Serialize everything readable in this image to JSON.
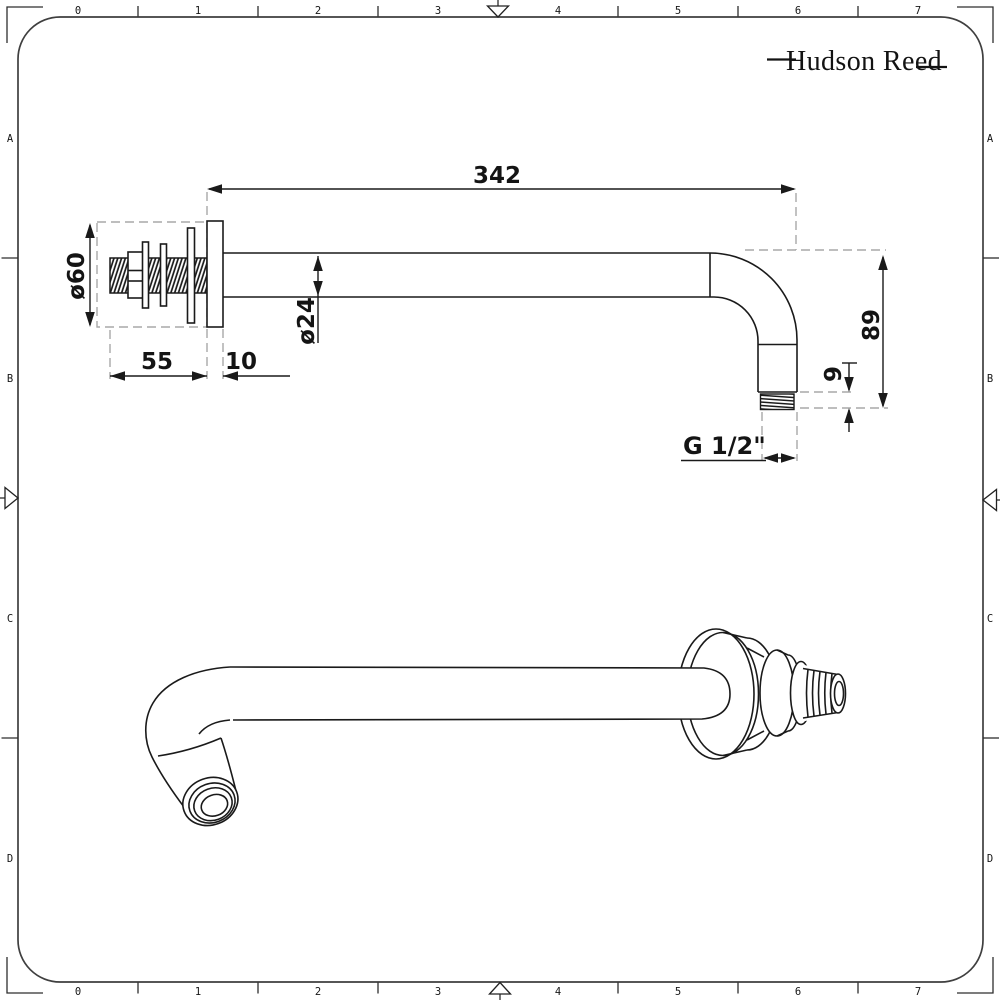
{
  "sheet": {
    "brand": "Hudson Reed",
    "grid_cols": [
      "0",
      "1",
      "2",
      "3",
      "4",
      "5",
      "6",
      "7"
    ],
    "grid_rows": [
      "A",
      "B",
      "C",
      "D"
    ]
  },
  "dimensions": {
    "arm_length": "342",
    "flange_diameter": "ø60",
    "arm_diameter": "ø24",
    "fixing_length": "55",
    "flange_depth": "10",
    "drop": "89",
    "thread_length": "9",
    "thread_size": "G 1/2\""
  },
  "colors": {
    "line": "#1a1a1a",
    "dashed": "#a9a9a9",
    "frame": "#3f3f3f",
    "background": "#ffffff"
  }
}
